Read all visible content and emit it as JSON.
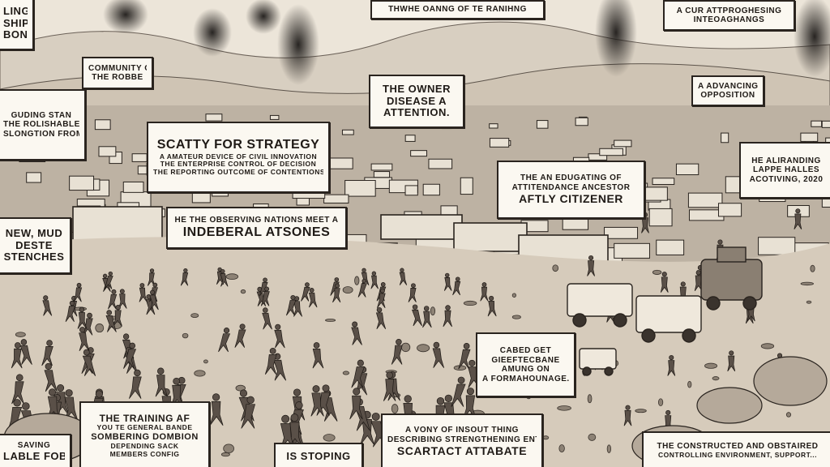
{
  "captions": [
    {
      "id": "top-left-question",
      "lines": [
        "LING",
        "SHIP",
        "BON?"
      ]
    },
    {
      "id": "top-center",
      "lines": [
        "THWHE OANNG OF TE RANIHNG"
      ]
    },
    {
      "id": "top-right",
      "lines": [
        "A CUR ATTPROGHESING",
        "INTEOAGHANGS"
      ]
    },
    {
      "id": "upper-left-small",
      "lines": [
        "COMMUNITY OF",
        "THE ROBBE"
      ]
    },
    {
      "id": "left-edge",
      "lines": [
        "GUDING STAN",
        "THE ROLISHABLE",
        "SLONGTION FROM"
      ]
    },
    {
      "id": "owner",
      "lines": [
        "THE OWNER",
        "DISEASE A",
        "ATTENTION."
      ]
    },
    {
      "id": "right-small",
      "lines": [
        "A ADVANCING",
        "OPPOSITION"
      ]
    },
    {
      "id": "strategy",
      "lines": [
        "SCATTY FOR STRATEGY",
        "A AMATEUR DEVICE OF CIVIL INNOVATION",
        "THE ENTERPRISE CONTROL OF DECISION",
        "THE REPORTING OUTCOME OF CONTENTIONS"
      ]
    },
    {
      "id": "right-edge",
      "lines": [
        "HE ALIRANDING",
        "LAPPE HALLES",
        "ACOTIVING, 2020"
      ]
    },
    {
      "id": "citizens",
      "lines": [
        "THE AN EDUGATING OF",
        "ATTITENDANCE ANCESTOR",
        "AFTLY CITIZENER"
      ]
    },
    {
      "id": "individual",
      "lines": [
        "HE THE OBSERVING NATIONS MEET A",
        "INDEBERAL ATSONES"
      ]
    },
    {
      "id": "left-mid",
      "lines": [
        "NEW, MUD",
        "DESTE",
        "STENCHES"
      ]
    },
    {
      "id": "caged",
      "lines": [
        "CABED GET",
        "GIEEFTECBANE",
        "AMUNG ON",
        "A FORMAHOUNAGE.."
      ]
    },
    {
      "id": "bottom-left",
      "lines": [
        "THE TRAINING AF",
        "YOU TE GENERAL BANDE",
        "SOMBERING DOMBION",
        "DEPENDING SACK",
        "MEMBERS CONFIG"
      ]
    },
    {
      "id": "bottom-left-edge",
      "lines": [
        "SAVING",
        "LABLE FOB"
      ]
    },
    {
      "id": "is-stoping",
      "lines": [
        "IS STOPING"
      ]
    },
    {
      "id": "bottom-center",
      "lines": [
        "A VONY OF INSOUT THING",
        "DESCRIBING STRENGTHENING ENTIRE",
        "SCARTACT ATTABATE"
      ]
    },
    {
      "id": "bottom-right",
      "lines": [
        "THE CONSTRUCTED AND OBSTAIRED",
        "CONTROLLING ENVIRONMENT, SUPPORT..."
      ]
    }
  ],
  "palette": {
    "paper": "#e9e2d6",
    "ink": "#2a241f",
    "bubble": "#fbf8f1",
    "smoke": "#1d1a18"
  }
}
